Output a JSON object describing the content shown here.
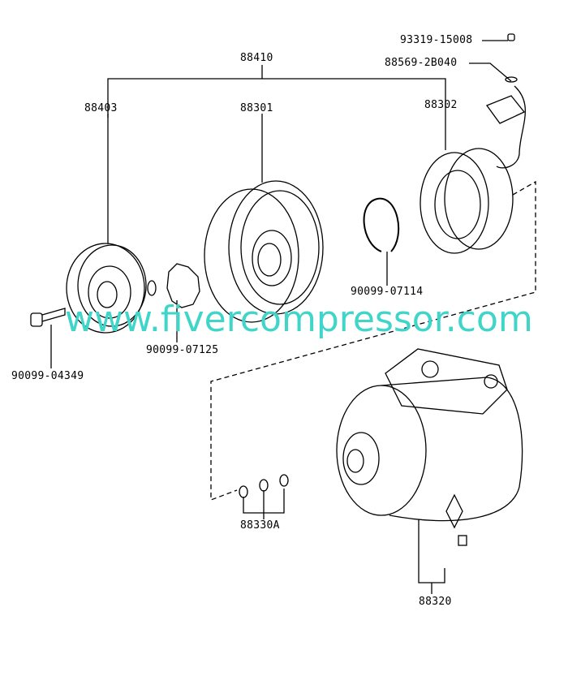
{
  "parts": {
    "bolt_top": "93319-15008",
    "bracket": "88569-2B040",
    "clutch_assembly": "88410",
    "hub": "88403",
    "pulley": "88301",
    "coil": "88302",
    "snap_ring": "90099-07114",
    "spacer": "90099-07125",
    "bolt": "90099-04349",
    "shims": "88330A",
    "compressor": "88320"
  },
  "watermark": "www.fivercompressor.com",
  "colors": {
    "line": "#000000",
    "watermark": "#3fd5c9"
  }
}
